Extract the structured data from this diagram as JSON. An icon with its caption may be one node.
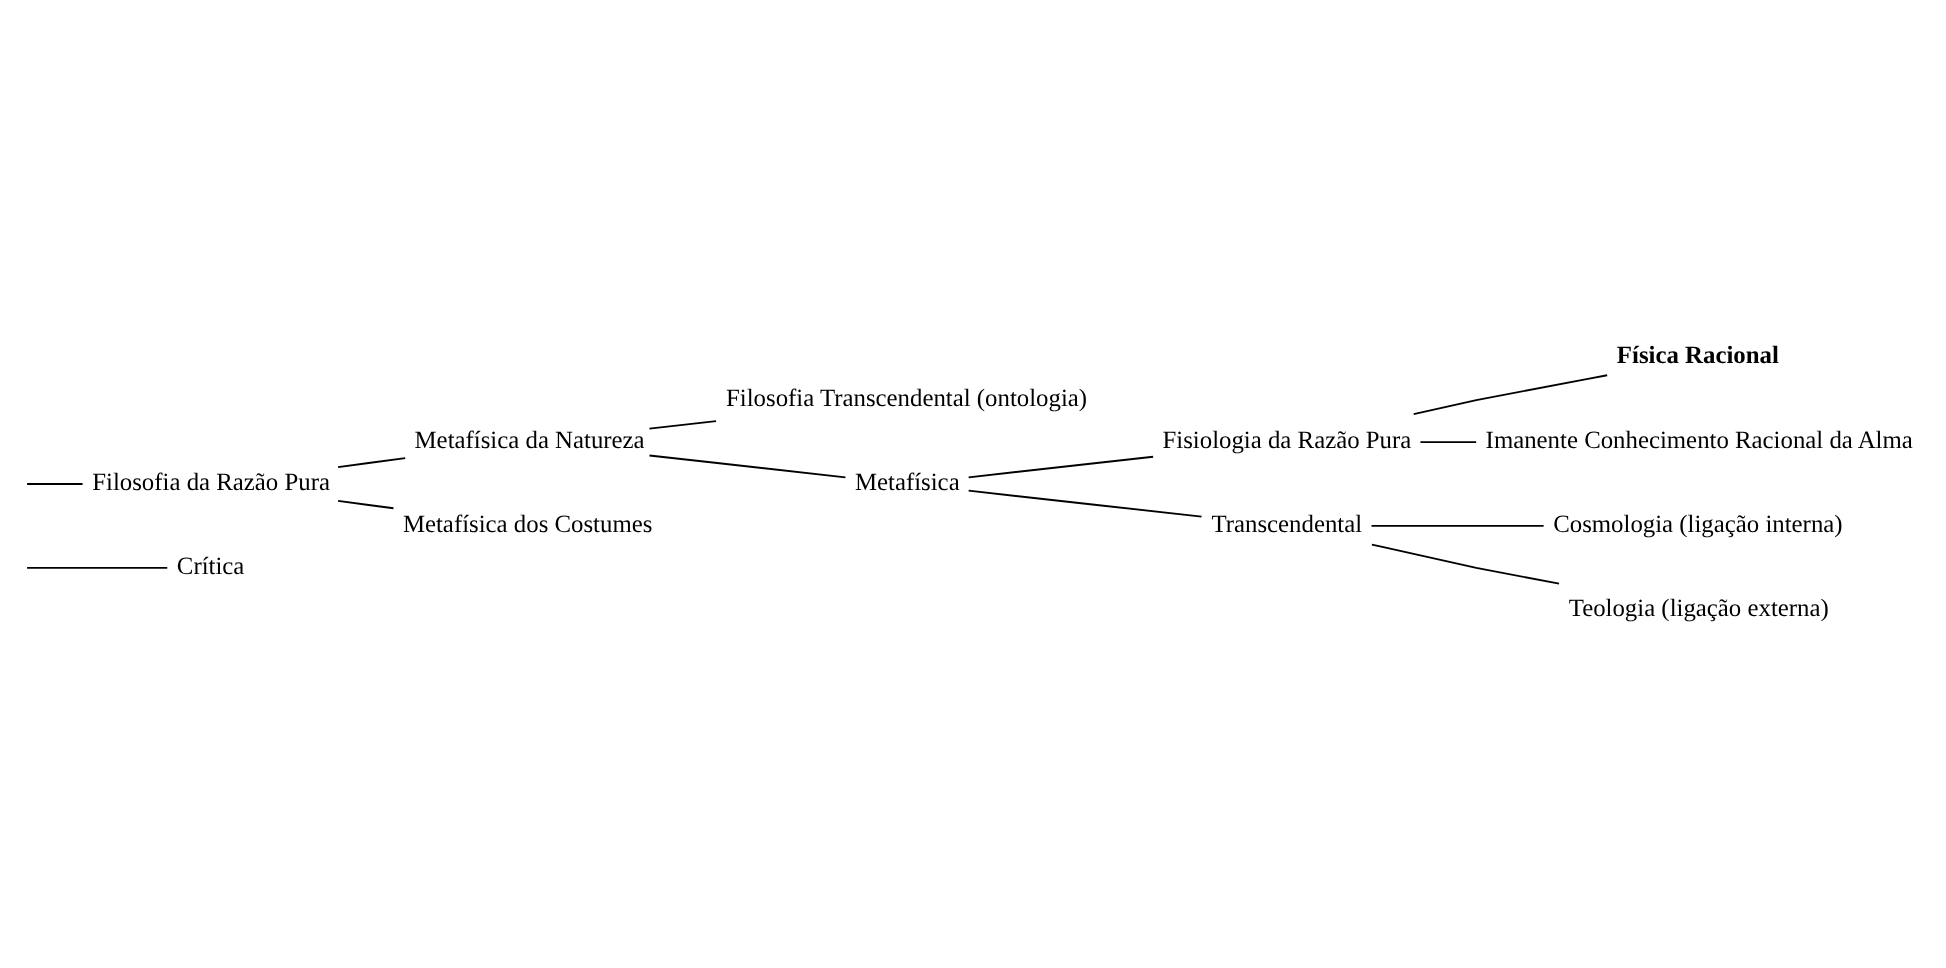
{
  "diagram": {
    "nodes": [
      {
        "text": [
          "Crítica"
        ]
      },
      {
        "text": [
          "Filosofia da Razão Pura"
        ]
      },
      {
        "text": [
          "Metafísica da Natureza"
        ]
      },
      {
        "text": [
          "Metafísica dos Costumes"
        ]
      },
      {
        "text": [
          "Filosofia Transcendental (ontologia)"
        ]
      },
      {
        "text": [
          "Metafísica"
        ]
      },
      {
        "text": [
          "Fisiologia da Razão Pura"
        ]
      },
      {
        "text": [
          "Transcendental"
        ]
      },
      {
        "text": [
          "Física Racional"
        ]
      },
      {
        "text": [
          "Imanente Conhecimento Racional da Alma"
        ]
      },
      {
        "text": [
          "Cosmologia (ligação interna)"
        ]
      },
      {
        "text": [
          "Teologia (ligação externa)"
        ]
      }
    ],
    "edges": [
      {
        "from": null,
        "to": 0,
        "arrow": "none"
      },
      {
        "from": null,
        "to": 1,
        "arrow": "none"
      },
      {
        "from": 1,
        "to": 2,
        "arrow": "none"
      },
      {
        "from": 1,
        "to": 3,
        "arrow": "none"
      },
      {
        "from": 2,
        "to": 4,
        "arrow": "none"
      },
      {
        "from": 2,
        "to": 5,
        "arrow": "none"
      },
      {
        "from": 5,
        "to": 6,
        "arrow": "none"
      },
      {
        "from": 5,
        "to": 7,
        "arrow": "none"
      },
      {
        "from": 6,
        "to": 8,
        "arrow": "none"
      },
      {
        "from": 6,
        "to": 9,
        "arrow": "none"
      },
      {
        "from": 7,
        "to": 10,
        "arrow": "none"
      },
      {
        "from": 7,
        "to": 11,
        "arrow": "none"
      }
    ]
  }
}
